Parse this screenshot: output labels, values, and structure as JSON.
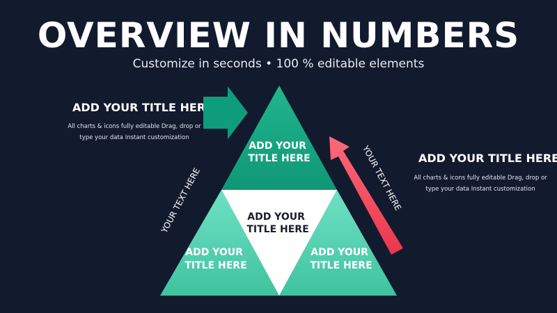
{
  "header": {
    "title": "OVERVIEW IN NUMBERS",
    "subtitle": "Customize in seconds • 100 % editable elements"
  },
  "left_block": {
    "title": "ADD YOUR TITLE HERE",
    "body_line1": "All charts & icons fully editable Drag, drop or",
    "body_line2": "type your data Instant customization"
  },
  "right_block": {
    "title": "ADD YOUR TITLE HERE",
    "body_line1": "All charts & icons fully editable Drag, drop or",
    "body_line2": "type your data Instant customization"
  },
  "pyramid": {
    "top": {
      "line1": "ADD YOUR",
      "line2": "TITLE HERE"
    },
    "center": {
      "line1": "ADD YOUR",
      "line2": "TITLE HERE"
    },
    "bottom_left": {
      "line1": "ADD YOUR",
      "line2": "TITLE HERE"
    },
    "bottom_right": {
      "line1": "ADD YOUR",
      "line2": "TITLE HERE"
    },
    "left_side_text": "YOUR TEXT HERE",
    "right_side_text": "YOUR TEXT HERE"
  },
  "colors": {
    "background": "#121a2e",
    "top_triangle": "#14a27f",
    "bottom_triangles": "#5fd6b8",
    "center_triangle": "#ffffff",
    "green_arrow": "#0f9c7c",
    "red_arrow": "#ff4a5b"
  },
  "icons": [
    "arrow-right-icon",
    "arrow-up-right-icon"
  ]
}
